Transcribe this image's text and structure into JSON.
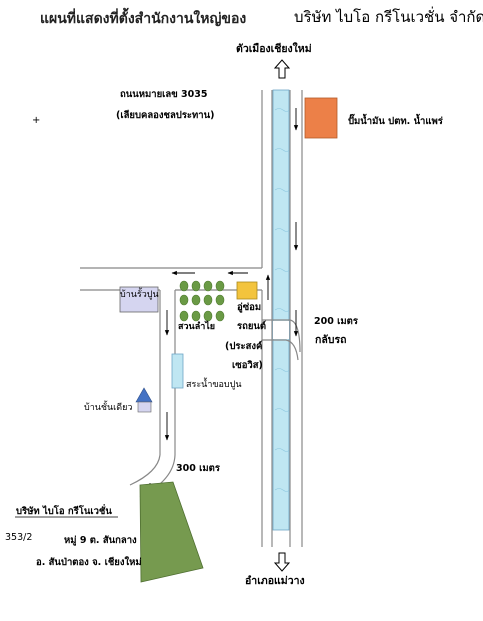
{
  "title": "แผนที่แสดงที่ตั้งสำนักงานใหญ่ของ",
  "company_top": "บริษัท ไบโอ กรีโนเวชั่น จำกัด",
  "labels": {
    "north_dest": "ตัวเมืองเชียงใหม่",
    "road_name": "ถนนหมายเลข 3035",
    "road_desc": "(เลียบคลองชลประทาน)",
    "gas_station": "ปั๊มน้ำมัน ปตท. น้ำแพร่",
    "cement_house": "บ้านรั้วปูน",
    "garden": "สวนลำไย",
    "garage_1": "อู่ซ่อม",
    "garage_2": "รถยนต์",
    "garage_3": "(ประสงค์",
    "garage_4": "เซอวิส)",
    "distance_200": "200 เมตร",
    "u_turn": "กลับรถ",
    "pond": "สระน้ำขอบปูน",
    "single_house": "บ้านชั้นเดียว",
    "distance_300": "300 เมตร",
    "company_name": "บริษัท ไบโอ กรีโนเวชั่น",
    "house_no": "353/2",
    "address_1": "หมู่ 9  ต. สันกลาง",
    "address_2": "อ. สันป่าตอง  จ. เชียงใหม่",
    "south_dest": "อำเภอแม่วาง"
  },
  "colors": {
    "canal": "#bfe6f2",
    "gas_station": "#ec8048",
    "garage": "#f3c43d",
    "trees": "#6a9a45",
    "company_plot": "#769a4f",
    "cement_house": "#d5d5f0",
    "house_roof": "#4472c4"
  }
}
